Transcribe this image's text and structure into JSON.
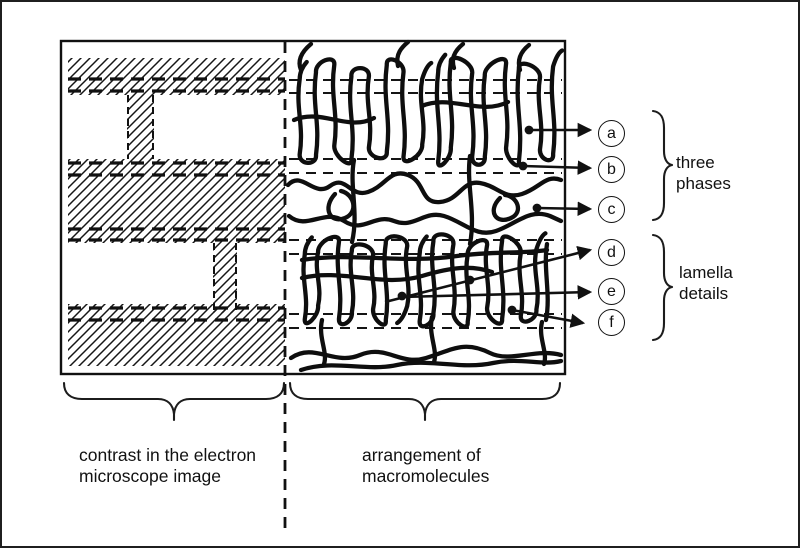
{
  "figure": {
    "colors": {
      "ink": "#111111",
      "background": "#ffffff"
    },
    "callouts": [
      {
        "label": "a"
      },
      {
        "label": "b"
      },
      {
        "label": "c"
      },
      {
        "label": "d"
      },
      {
        "label": "e"
      },
      {
        "label": "f"
      }
    ],
    "groups": [
      {
        "caption": "three\nphases",
        "spans": "a–c"
      },
      {
        "caption": "lamella\ndetails",
        "spans": "d–f"
      }
    ],
    "bottom_captions": [
      {
        "text": "contrast in the electron\nmicroscope image"
      },
      {
        "text": "arrangement of\nmacromolecules"
      }
    ]
  }
}
